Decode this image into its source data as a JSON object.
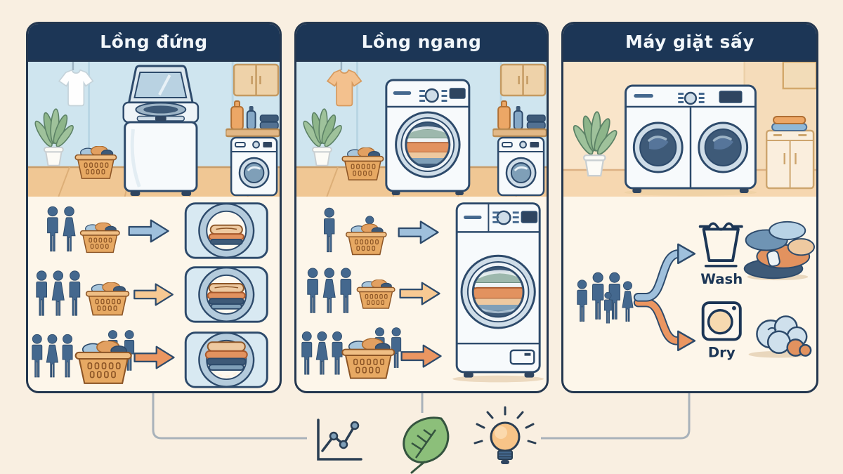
{
  "panels": [
    {
      "id": "top-load",
      "title": "Lồng đứng",
      "scene_description": "Laundry room with a top-loading washing machine (lid open), hanging white shirt, potted plant, wicker laundry basket, counter with detergent bottles, towels and a small front-load washer",
      "capacity_rows": [
        {
          "people_count": 2,
          "basket_size": "small",
          "arrow_color": "#9fc0dc",
          "drum_load": "light"
        },
        {
          "people_count": 3,
          "basket_size": "medium",
          "arrow_color": "#f7c993",
          "drum_load": "medium"
        },
        {
          "people_count": 5,
          "basket_size": "large",
          "arrow_color": "#eb9661",
          "drum_load": "full"
        }
      ]
    },
    {
      "id": "front-load",
      "title": "Lồng ngang",
      "scene_description": "Laundry room with a front-loading washing machine full of clothes, hanging orange shirt, potted plant, wicker laundry basket, counter with detergent bottles, towels and a small front-load washer",
      "capacity_rows": [
        {
          "people_count": 2,
          "basket_size": "small",
          "arrow_color": "#9fc0dc",
          "target": "front-load washer"
        },
        {
          "people_count": 3,
          "basket_size": "medium",
          "arrow_color": "#f7c993",
          "target": "front-load washer"
        },
        {
          "people_count": 5,
          "basket_size": "large",
          "arrow_color": "#eb9661",
          "target": "front-load washer"
        }
      ]
    },
    {
      "id": "washer-dryer",
      "title": "Máy giặt sấy",
      "scene_description": "Laundry room with a combined side-by-side washer-dryer unit, potted plant and cabinet with folded orange and blue towels",
      "family_size": 5,
      "branches": [
        {
          "label": "Wash",
          "icon": "wash-tub-icon",
          "arrow_color": "#9fc0dc",
          "result": "pile of washed clothes"
        },
        {
          "label": "Dry",
          "icon": "dry-circle-square-icon",
          "arrow_color": "#eb9661",
          "result": "fluffy dried laundry"
        }
      ]
    }
  ],
  "footer": {
    "icons": [
      {
        "name": "line-chart-icon"
      },
      {
        "name": "leaf-icon"
      },
      {
        "name": "lightbulb-icon"
      }
    ]
  },
  "colors": {
    "page_background": "#f9efe1",
    "panel_background": "#fdf6ea",
    "header_background": "#1c3656",
    "header_text": "#f2f7fb",
    "outline_navy": "#2d4a6b",
    "people_blue": "#44688e",
    "basket_orange": "#e7a963",
    "arrow_blue": "#9fc0dc",
    "arrow_light_orange": "#f7c993",
    "arrow_dark_orange": "#eb9661",
    "wall_blue": "#cfe5ef",
    "wall_peach": "#f9e5ca",
    "floor_wood": "#f0c794",
    "leaf_green": "#8cbf7a",
    "bulb_orange": "#f7c488",
    "connector_gray": "#a9b2ba"
  }
}
